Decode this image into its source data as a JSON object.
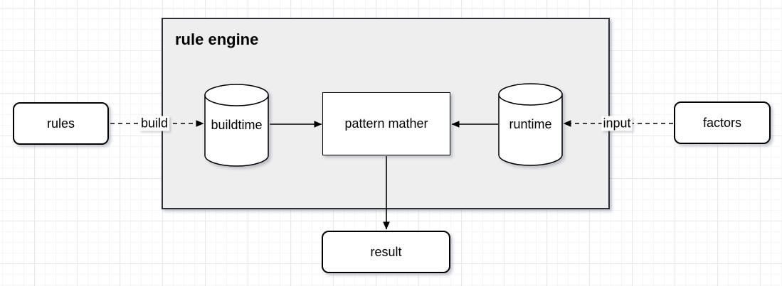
{
  "diagram": {
    "container_label": "rule engine",
    "nodes": {
      "rules": "rules",
      "buildtime": "buildtime",
      "pattern_matcher": "pattern mather",
      "runtime": "runtime",
      "factors": "factors",
      "result": "result"
    },
    "edges": [
      {
        "from": "rules",
        "to": "buildtime",
        "label": "build",
        "style": "dashed"
      },
      {
        "from": "factors",
        "to": "runtime",
        "label": "input",
        "style": "dashed"
      },
      {
        "from": "buildtime",
        "to": "pattern_matcher",
        "label": "",
        "style": "solid"
      },
      {
        "from": "runtime",
        "to": "pattern_matcher",
        "label": "",
        "style": "solid"
      },
      {
        "from": "pattern_matcher",
        "to": "result",
        "label": "",
        "style": "solid"
      }
    ],
    "colors": {
      "container_fill": "#eeeeee",
      "node_fill": "#ffffff",
      "stroke": "#000000",
      "grid_minor": "#f6f6f6",
      "grid_major": "#e9e9e9"
    }
  }
}
